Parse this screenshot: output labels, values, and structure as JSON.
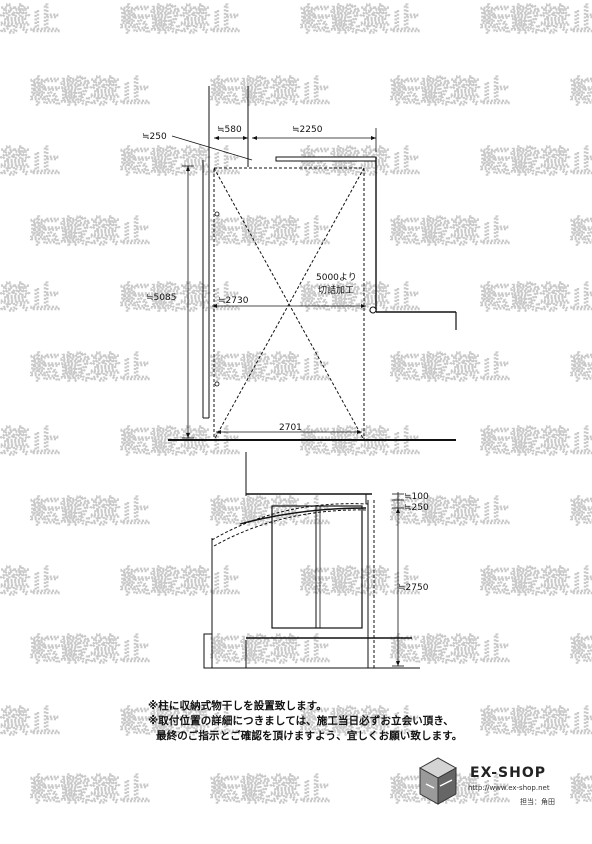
{
  "watermark_text": "転載禁止",
  "plan_view": {
    "dim_top_left": "≒580",
    "dim_top_right": "≒2250",
    "dim_corner": "≒250",
    "dim_height": "≒5085",
    "dim_inner_width": "≒2730",
    "dim_bottom_width": "2701",
    "annotation_line1": "5000より",
    "annotation_line2": "切詰加工"
  },
  "elevation_view": {
    "dim_top_1": "≒100",
    "dim_top_2": "≒250",
    "dim_height": "≒2750"
  },
  "notes": [
    "※柱に収納式物干しを設置致します。",
    "※取付位置の詳細につきましては、施工当日必ずお立会い頂き、",
    "最終のご指示とご確認を頂けますよう、宜しくお願い致します。"
  ],
  "brand": {
    "name": "EX-SHOP",
    "url": "http://www.ex-shop.net",
    "staff": "担当：角田"
  }
}
